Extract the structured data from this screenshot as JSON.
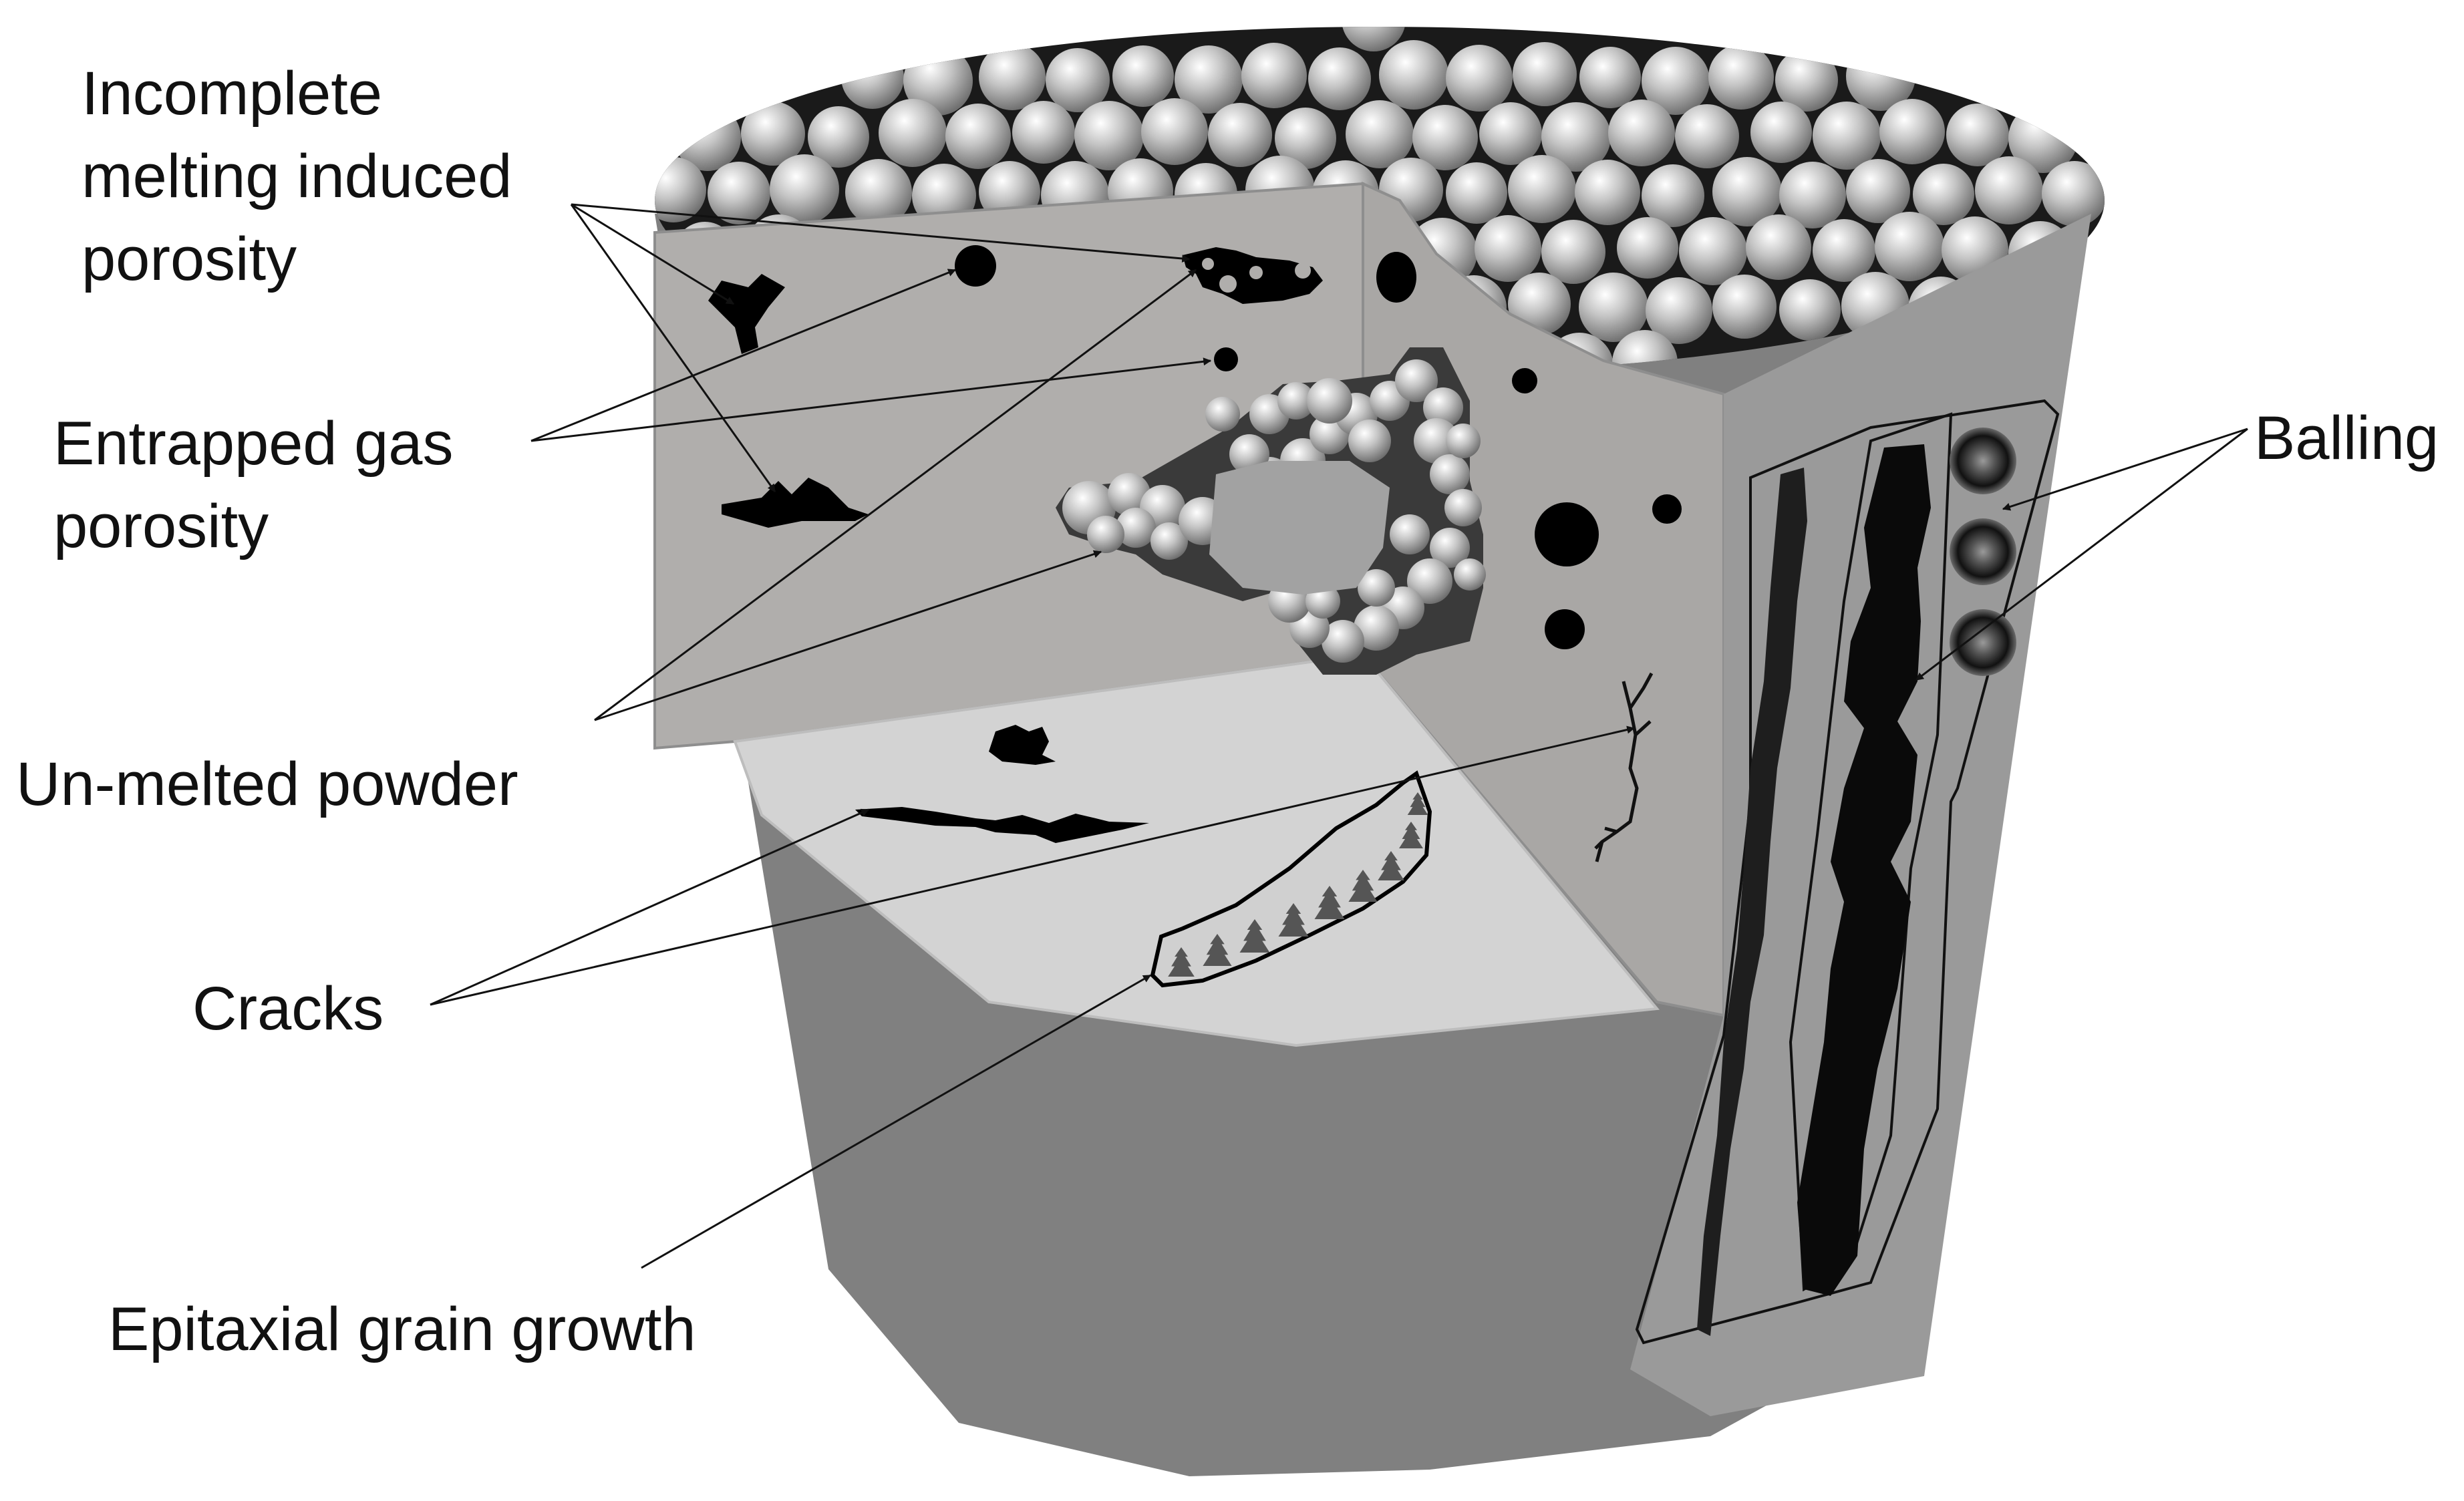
{
  "labels": {
    "incomplete_melting": "Incomplete\nmelting induced\nporosity",
    "entrapped_gas": "Entrapped gas\nporosity",
    "unmelted_powder": "Un-melted powder",
    "cracks": "Cracks",
    "epitaxial_growth": "Epitaxial grain growth",
    "balling": "Balling"
  },
  "colors": {
    "cylinder_side": "#808080",
    "cut_face_back": "#b0aeac",
    "cut_floor": "#d3d3d3",
    "right_panel": "#9a9a9a",
    "powder_top": "#1a1a1a",
    "defect": "#000000",
    "text": "#111111"
  }
}
